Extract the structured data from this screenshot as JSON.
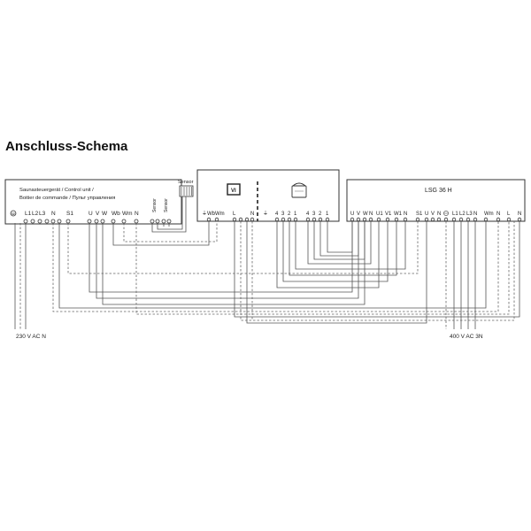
{
  "title": "Anschluss-Schema",
  "control_unit": {
    "label_line1": "Saunasteuergerät / Control unit /",
    "label_line2": "Boitier de commande / Пульт управления",
    "terminals": [
      "L1",
      "L2",
      "L3",
      "N",
      "S1",
      "U",
      "V",
      "W",
      "Wb",
      "Wm",
      "N"
    ],
    "side_labels": [
      "Sensor",
      "Sensor"
    ]
  },
  "sensor": {
    "label": "Sensor"
  },
  "middle_unit": {
    "display_label": "VI",
    "terminals_left": [
      "Wb",
      "Wm",
      "L",
      "N"
    ],
    "terminals_right": [
      "4",
      "3",
      "2",
      "1",
      "4",
      "3",
      "2",
      "1"
    ]
  },
  "lsg": {
    "label": "LSG 36 H",
    "terminals": [
      "U",
      "V",
      "W",
      "N",
      "U1",
      "V1",
      "W1",
      "N",
      "S1",
      "U",
      "V",
      "N",
      "L1",
      "L2",
      "L3",
      "N",
      "Wm",
      "N",
      "L",
      "N"
    ]
  },
  "supply_left": "230 V AC N",
  "supply_right": "400 V AC 3N"
}
